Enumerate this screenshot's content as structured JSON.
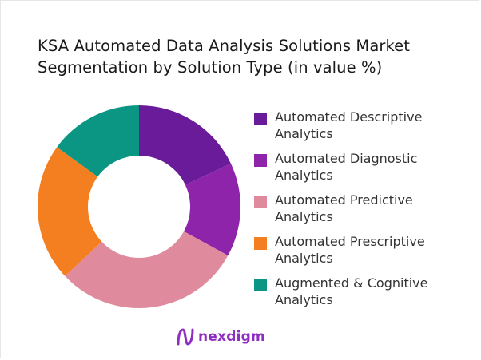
{
  "title": {
    "line1": "KSA Automated Data Analysis Solutions Market",
    "line2": "Segmentation by Solution Type (in value %)"
  },
  "chart_data": {
    "type": "pie",
    "title": "KSA Automated Data Analysis Solutions Market Segmentation by Solution Type (in value %)",
    "categories": [
      "Automated Descriptive Analytics",
      "Automated Diagnostic Analytics",
      "Automated Predictive Analytics",
      "Automated Prescriptive Analytics",
      "Augmented & Cognitive Analytics"
    ],
    "values": [
      18,
      15,
      30,
      22,
      15
    ],
    "colors": [
      "#6a1b9a",
      "#8e24aa",
      "#e08a9e",
      "#f47f20",
      "#0b9684"
    ],
    "donut": true,
    "legend": "right"
  },
  "legend": [
    {
      "line1": "Automated Descriptive",
      "line2": "Analytics",
      "color": "#6a1b9a"
    },
    {
      "line1": "Automated Diagnostic",
      "line2": "Analytics",
      "color": "#8e24aa"
    },
    {
      "line1": "Automated Predictive",
      "line2": "Analytics",
      "color": "#e08a9e"
    },
    {
      "line1": "Automated Prescriptive",
      "line2": "Analytics",
      "color": "#f47f20"
    },
    {
      "line1": "Augmented & Cognitive",
      "line2": "Analytics",
      "color": "#0b9684"
    }
  ],
  "brand": {
    "name": "nexdigm",
    "icon": "nexdigm-logo-icon",
    "color": "#8e2dc2"
  }
}
